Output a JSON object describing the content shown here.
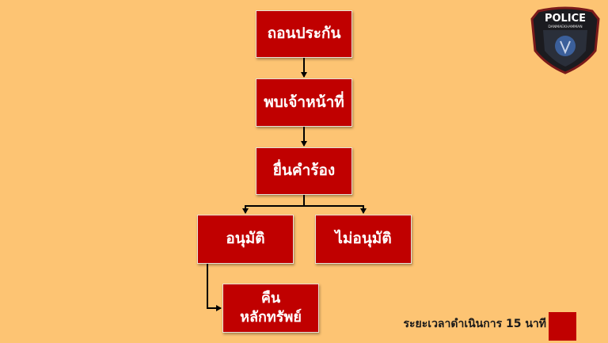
{
  "flowchart": {
    "step1": "ถอนประกัน",
    "step2": "พบเจ้าหน้าที่",
    "step3": "ยื่นคำร้อง",
    "approved": "อนุมัติ",
    "not_approved": "ไม่อนุมัติ",
    "return_line1": "คืน",
    "return_line2": "หลักทรัพย์"
  },
  "legend": {
    "text": "ระยะเวลาดำเนินการ 15 นาที",
    "color": "#c00000"
  },
  "logo": {
    "title": "POLICE",
    "subtitle": "DANMAEKHAMMAN",
    "icon": "police-shield-badge"
  },
  "colors": {
    "background": "#fdc473",
    "box": "#c00000",
    "box_text": "#ffffff",
    "connector": "#000000"
  }
}
